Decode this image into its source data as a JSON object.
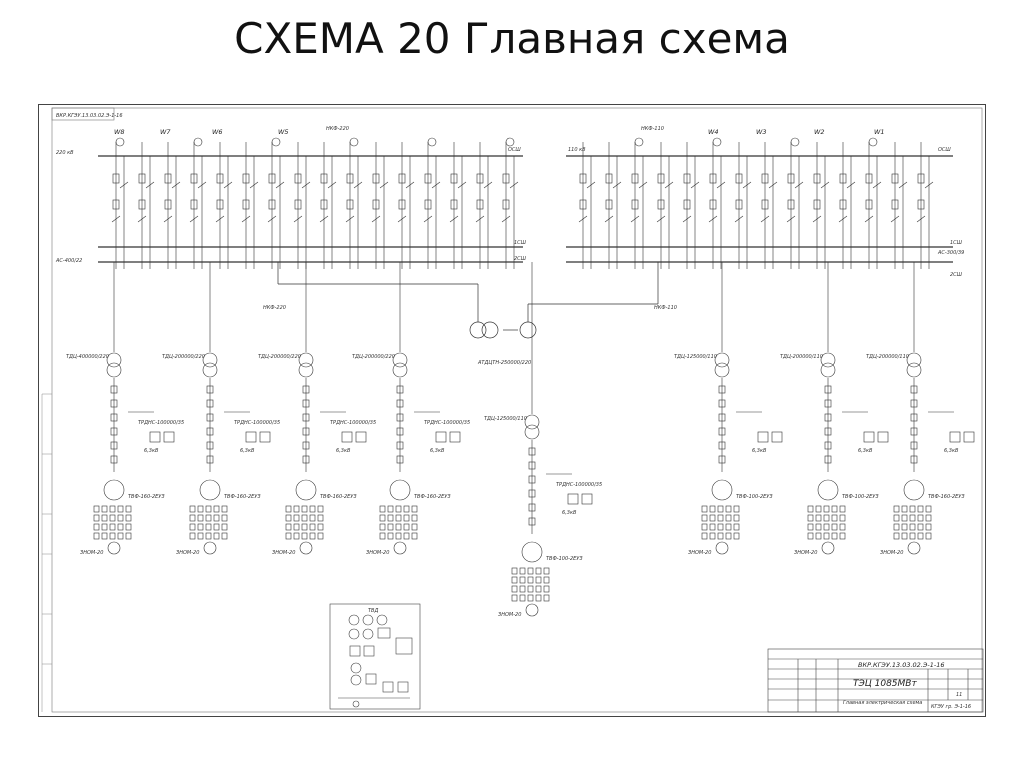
{
  "slide": {
    "title": "СХЕМА 20 Главная схема"
  },
  "stamp": {
    "code_rotated": "ВКР.КГЭУ.13.03.02.Э-1-16",
    "code_main": "ТЭЦ 1085МВт",
    "sheet_title": "Главная электрическая схема",
    "code_small": "КГЭУ гр. Э-1-16",
    "sheet_no": "11"
  },
  "buses": {
    "left_top": "220 кВ",
    "right_top": "110 кВ",
    "left_ac": "АС-400/22",
    "right_ac": "АС-300/39",
    "left_sh": "1СШ",
    "left_sh2": "2СШ",
    "right_sh": "1СШ",
    "right_sh2": "2СШ",
    "left_obsh": "ОСШ",
    "right_obsh": "ОСШ"
  },
  "lines_left": [
    "W8",
    "W7",
    "W6",
    "W5"
  ],
  "lines_right": [
    "W4",
    "W3",
    "W2",
    "W1"
  ],
  "blocks": {
    "nkf_220_top": "НКФ-220",
    "nkf_110_top": "НКФ-110",
    "nkf_220_bot": "НКФ-220",
    "nkf_110_bot": "НКФ-110",
    "atdctn": "АТДЦТН-250000/220",
    "gen_labels": [
      "ТВФ-160-2ЕУЗ",
      "ТВФ-160-2ЕУЗ",
      "ТВФ-160-2ЕУЗ",
      "ТВФ-160-2ЕУЗ",
      "ТВФ-100-2ЕУЗ",
      "ТВФ-100-2ЕУЗ",
      "ТВФ-100-2ЕУЗ",
      "ТВФ-160-2ЕУЗ"
    ],
    "exc_labels": [
      "ЗНОМ-20",
      "ЗНОМ-20",
      "ЗНОМ-20",
      "ЗНОМ-20",
      "ЗНОМ-20",
      "ЗНОМ-20",
      "ЗНОМ-20",
      "ЗНОМ-20"
    ],
    "tdc_labels": [
      "ТДЦ-400000/220",
      "ТДЦ-200000/220",
      "ТДЦ-200000/220",
      "ТДЦ-200000/220",
      "ТДЦ-125000/110",
      "ТДЦ-125000/110",
      "ТДЦ-200000/110",
      "ТДЦ-200000/110"
    ],
    "aux_labels": [
      "ТРДНС-100000/35",
      "ТРДНС-100000/35",
      "ТРДНС-100000/35",
      "ТРДНС-100000/35",
      "ТРДНС-100000/35"
    ],
    "kv": "6,3кВ"
  },
  "legend_box": {
    "header": "ТВД"
  }
}
